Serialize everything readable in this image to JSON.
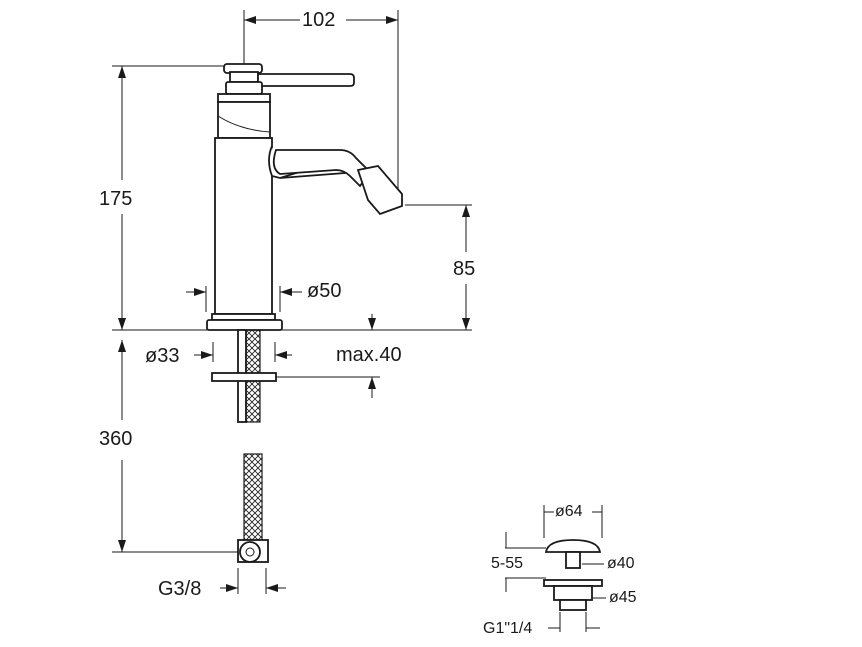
{
  "dimensions": {
    "width": "102",
    "height_total": "175",
    "spout_height": "85",
    "body_diameter": "ø50",
    "hole_diameter": "ø33",
    "max_thickness": "max.40",
    "hose_length": "360",
    "thread": "G3/8"
  },
  "waste": {
    "cap_diameter": "ø64",
    "range": "5-55",
    "stem_diameter": "ø40",
    "flange_diameter": "ø45",
    "thread": "G1\"1/4"
  }
}
